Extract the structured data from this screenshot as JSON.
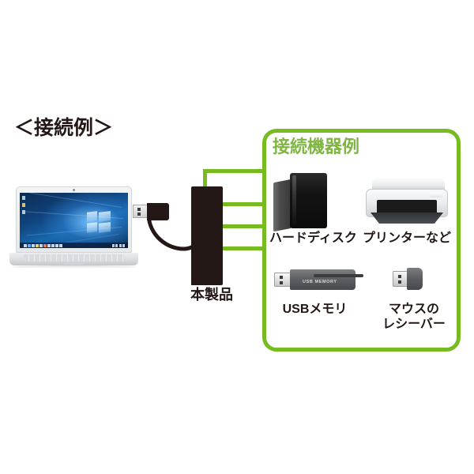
{
  "page": {
    "background": "#ffffff",
    "text_color": "#231815",
    "accent_green": "#76bc21",
    "title_green": "#7fb642"
  },
  "headline": {
    "text": "＜接続例＞"
  },
  "laptop": {
    "name": "laptop-pc",
    "os": "Windows 10"
  },
  "product": {
    "label": "本製品",
    "connector_label": "usb-a-plug"
  },
  "green_box": {
    "title": "接続機器例",
    "border_color": "#76bc21"
  },
  "devices": [
    {
      "id": "hard-disk",
      "label": "ハードディスク",
      "icon": "external-hard-disk-icon"
    },
    {
      "id": "printer",
      "label": "プリンターなど",
      "icon": "printer-icon"
    },
    {
      "id": "usb-memory",
      "label": "USBメモリ",
      "icon": "usb-flash-drive-icon",
      "body_text": "USB MEMORY"
    },
    {
      "id": "mouse-receiver",
      "label_line1": "マウスの",
      "label_line2": "レシーバー",
      "icon": "usb-receiver-dongle-icon"
    }
  ],
  "connectors": {
    "count": 4,
    "color": "#76bc21"
  }
}
